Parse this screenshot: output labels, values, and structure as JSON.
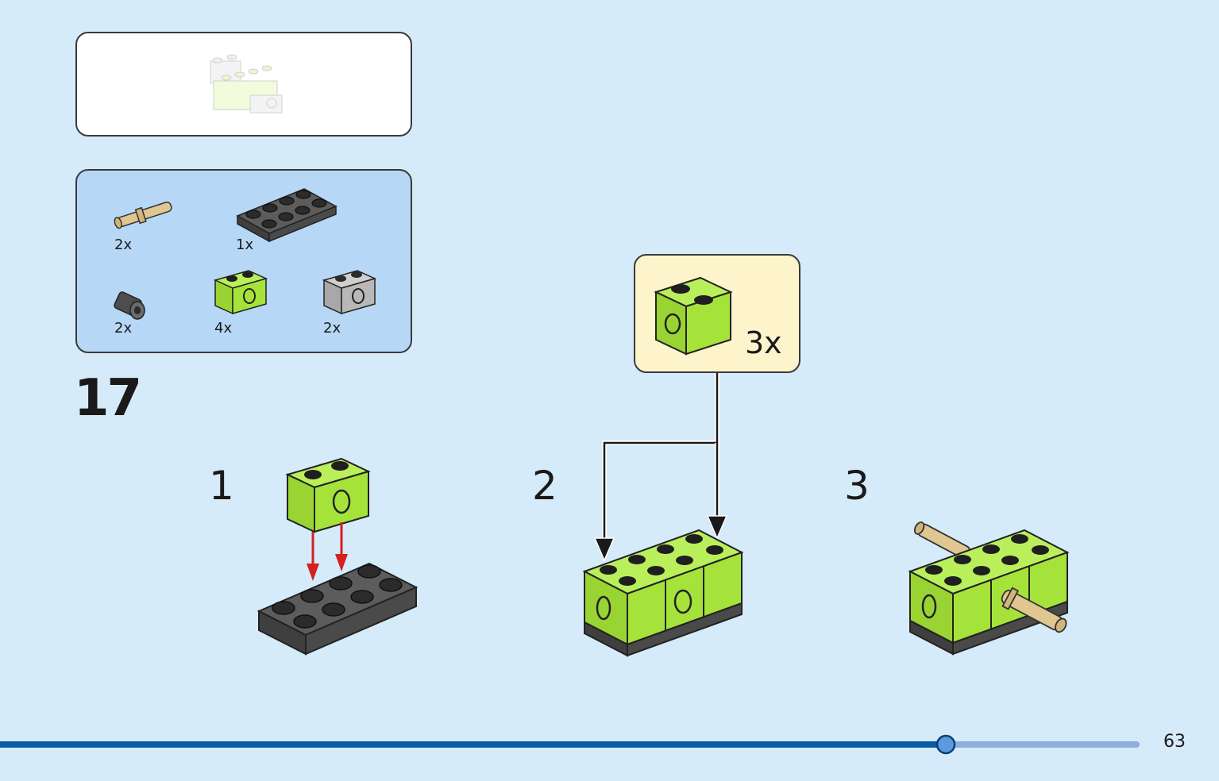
{
  "step": {
    "number": "17",
    "substeps": [
      "1",
      "2",
      "3"
    ]
  },
  "parts_list": {
    "items": [
      {
        "name": "axle-pin-tan",
        "quantity": "2x"
      },
      {
        "name": "plate-2x4-dark-gray",
        "quantity": "1x"
      },
      {
        "name": "bush-dark-gray",
        "quantity": "2x"
      },
      {
        "name": "technic-brick-1x2-lime",
        "quantity": "4x"
      },
      {
        "name": "technic-brick-1x2-light-gray",
        "quantity": "2x"
      }
    ]
  },
  "callout": {
    "quantity": "3x"
  },
  "page": {
    "number": "63",
    "progress_fraction": 0.83
  },
  "colors": {
    "background": "#d6ebf9",
    "lime": "#a6e33a",
    "dark_gray": "#4d4d4d",
    "light_gray": "#b8b8b8",
    "tan": "#e0c690",
    "arrow_red": "#d42020",
    "progress_blue": "#0b5aa6",
    "progress_track": "#8eaedc",
    "callout_bg": "#fdf4cc"
  }
}
